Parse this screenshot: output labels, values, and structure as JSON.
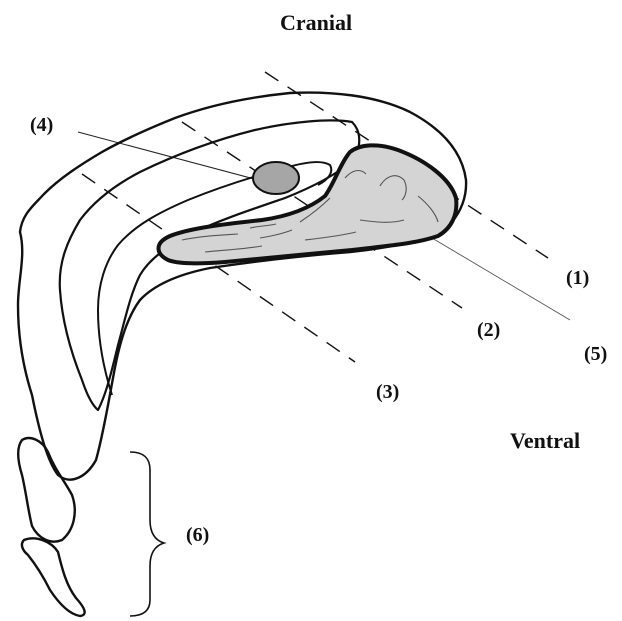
{
  "orientation": {
    "top": "Cranial",
    "right": "Ventral"
  },
  "markers": {
    "m1": "(1)",
    "m2": "(2)",
    "m3": "(3)",
    "m4": "(4)",
    "m5": "(5)",
    "m6": "(6)"
  },
  "colors": {
    "stroke": "#111111",
    "inner_fill": "#d4d4d4",
    "nodule_fill": "#a6a6a6",
    "background": "#ffffff"
  }
}
